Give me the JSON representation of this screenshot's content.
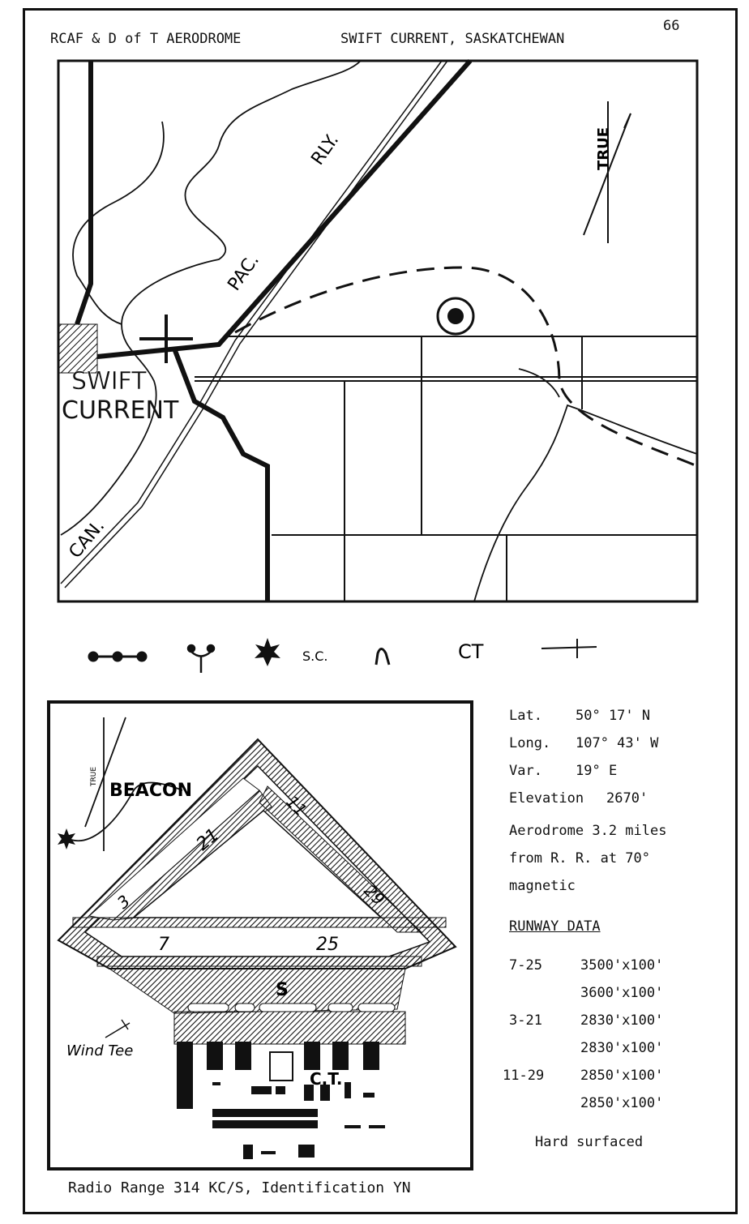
{
  "header": {
    "left_title": "RCAF & D of T AERODROME",
    "right_title": "SWIFT CURRENT, SASKATCHEWAN",
    "page_number": "66"
  },
  "area_map": {
    "town_label_line1": "SWIFT",
    "town_label_line2": "CURRENT",
    "railway_labels": [
      "CAN.",
      "PAC.",
      "RLY."
    ],
    "north_arrow_label": "TRUE"
  },
  "legend": {
    "symbols": [
      "range-station-icon",
      "radio-mast-icon",
      "star-beacon-icon",
      "arch-hangar-icon",
      "ct-icon",
      "cross-icon"
    ],
    "sc_label": "S.C.",
    "ct_label": "CT"
  },
  "aerodrome_plan": {
    "beacon_label": "BEACON",
    "true_label": "TRUE",
    "runway_numbers": [
      "21",
      "11",
      "3",
      "29",
      "7",
      "25"
    ],
    "s_label": "S",
    "wind_tee_label": "Wind Tee",
    "ct_label": "C.T."
  },
  "info": {
    "lat_label": "Lat.",
    "lat_value": "50° 17' N",
    "long_label": "Long.",
    "long_value": "107° 43' W",
    "var_label": "Var.",
    "var_value": "19° E",
    "elev_label": "Elevation",
    "elev_value": "2670'",
    "distance_text_1": "Aerodrome 3.2 miles",
    "distance_text_2": "from R. R. at 70°",
    "distance_text_3": "magnetic",
    "runway_heading": "RUNWAY DATA",
    "runways": [
      {
        "designation": "7-25",
        "length_1": "3500'x100'",
        "length_2": "3600'x100'"
      },
      {
        "designation": "3-21",
        "length_1": "2830'x100'",
        "length_2": "2830'x100'"
      },
      {
        "designation": "11-29",
        "length_1": "2850'x100'",
        "length_2": "2850'x100'"
      }
    ],
    "surface": "Hard surfaced"
  },
  "footer": {
    "radio_range": "Radio Range 314 KC/S, Identification YN"
  }
}
